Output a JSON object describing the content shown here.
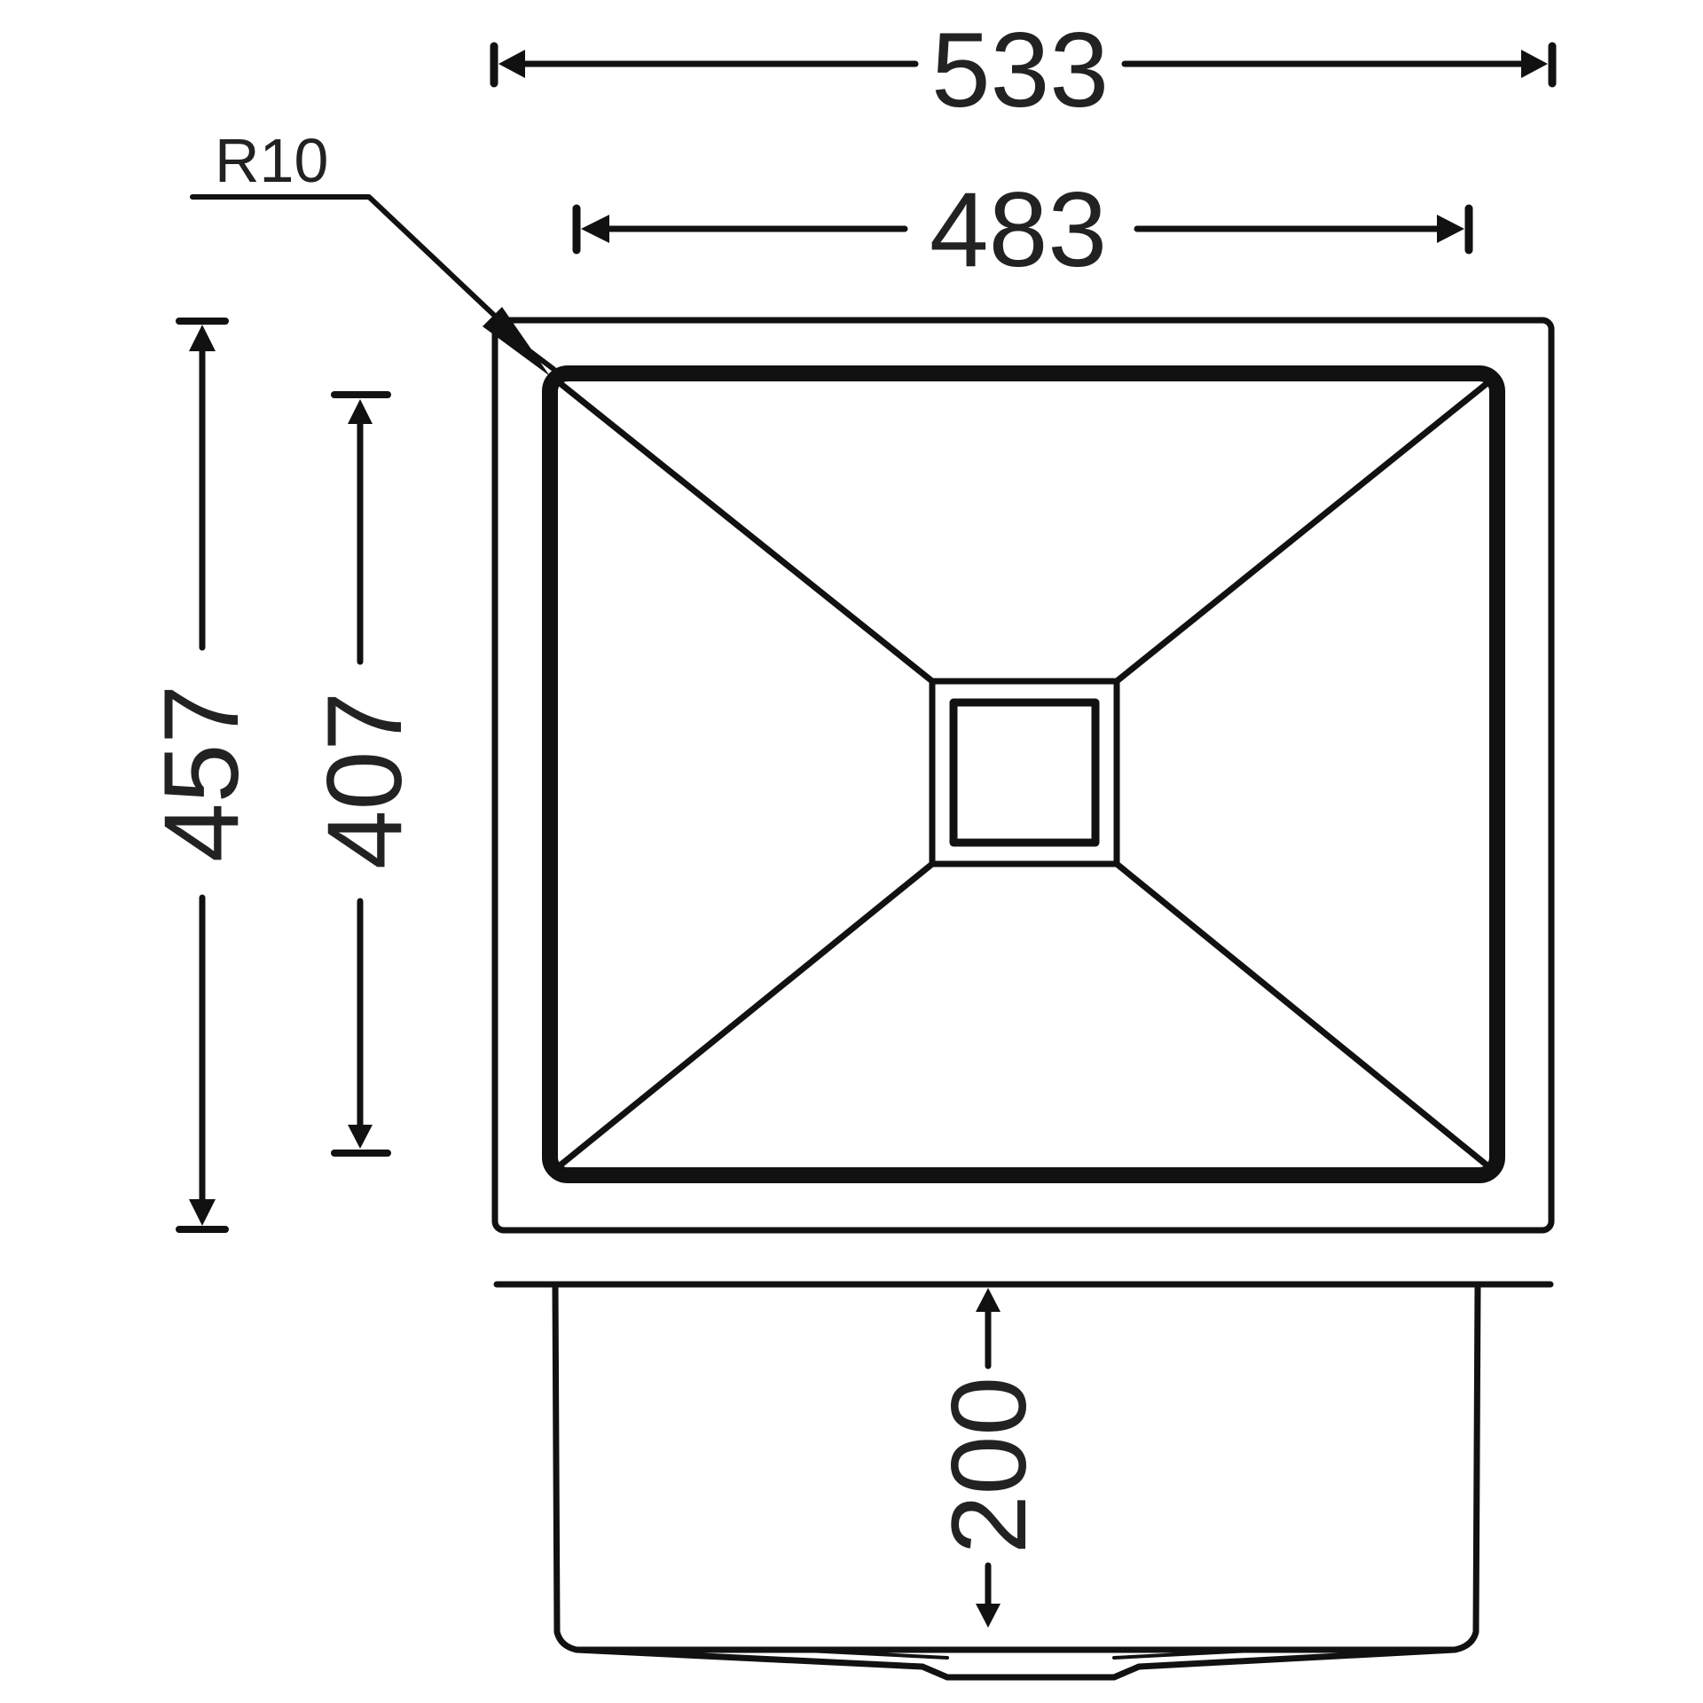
{
  "colors": {
    "line": "#111111",
    "text": "#222222",
    "background": "#ffffff"
  },
  "dimensions": {
    "outer_width": "533",
    "inner_width": "483",
    "outer_depth": "457",
    "inner_depth": "407",
    "bowl_height": "200",
    "corner_radius": "R10"
  }
}
